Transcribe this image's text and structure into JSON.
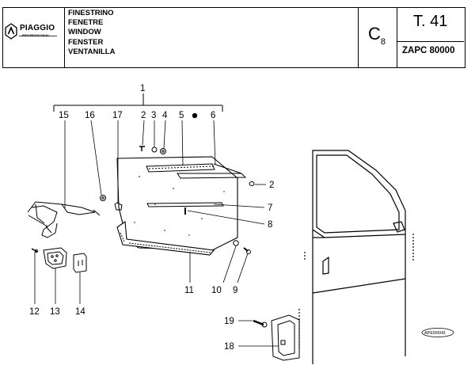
{
  "header": {
    "brand": "PIAGGIO",
    "brand_sub": "PROFESSIONAL",
    "titles": [
      "FINESTRINO",
      "FENETRE",
      "WINDOW",
      "FENSTER",
      "VENTANILLA"
    ],
    "group_code_main": "C",
    "group_code_sub": "8",
    "table_number": "T. 41",
    "model": "ZAPC 80000"
  },
  "diagram": {
    "callouts": {
      "c1": "1",
      "c15": "15",
      "c16": "16",
      "c17": "17",
      "c2a": "2",
      "c3": "3",
      "c4": "4",
      "c5": "5",
      "c6": "6",
      "c2b": "2",
      "c7": "7",
      "c8": "8",
      "c11": "11",
      "c10": "10",
      "c9": "9",
      "c12": "12",
      "c13": "13",
      "c14": "14",
      "c19": "19",
      "c18": "18"
    },
    "drawing_code": "APE5R041"
  }
}
